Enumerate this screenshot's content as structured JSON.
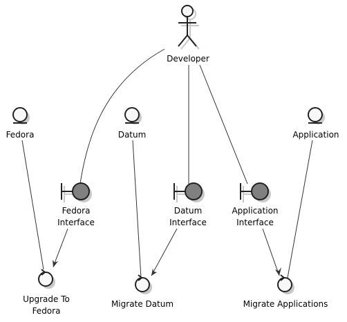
{
  "colors": {
    "shadow": "#c8c8c8",
    "stroke": "#222222",
    "symbol_fill": "#f8f8f8",
    "boundary_fill": "#808080",
    "line": "#333333"
  },
  "actor": {
    "label": "Developer"
  },
  "entities": [
    {
      "id": "fedora",
      "label": "Fedora"
    },
    {
      "id": "datum",
      "label": "Datum"
    },
    {
      "id": "application",
      "label": "Application"
    }
  ],
  "boundaries": [
    {
      "id": "fedora-interface",
      "label_lines": [
        "Fedora",
        "Interface"
      ]
    },
    {
      "id": "datum-interface",
      "label_lines": [
        "Datum",
        "Interface"
      ]
    },
    {
      "id": "application-interface",
      "label_lines": [
        "Application",
        "Interface"
      ]
    }
  ],
  "controls": [
    {
      "id": "upgrade-to-fedora",
      "label_lines": [
        "Upgrade To",
        "Fedora"
      ]
    },
    {
      "id": "migrate-datum",
      "label_lines": [
        "Migrate Datum"
      ]
    },
    {
      "id": "migrate-applications",
      "label_lines": [
        "Migrate Applications"
      ]
    }
  ],
  "connections": [
    {
      "from": "developer",
      "to": "fedora-interface",
      "arrow": false
    },
    {
      "from": "developer",
      "to": "datum-interface",
      "arrow": false
    },
    {
      "from": "developer",
      "to": "application-interface",
      "arrow": false
    },
    {
      "from": "fedora",
      "to": "upgrade-to-fedora",
      "arrow": false
    },
    {
      "from": "fedora-interface",
      "to": "upgrade-to-fedora",
      "arrow": true
    },
    {
      "from": "datum",
      "to": "migrate-datum",
      "arrow": false
    },
    {
      "from": "datum-interface",
      "to": "migrate-datum",
      "arrow": true
    },
    {
      "from": "application-interface",
      "to": "migrate-applications",
      "arrow": true
    },
    {
      "from": "application",
      "to": "migrate-applications",
      "arrow": false
    }
  ]
}
